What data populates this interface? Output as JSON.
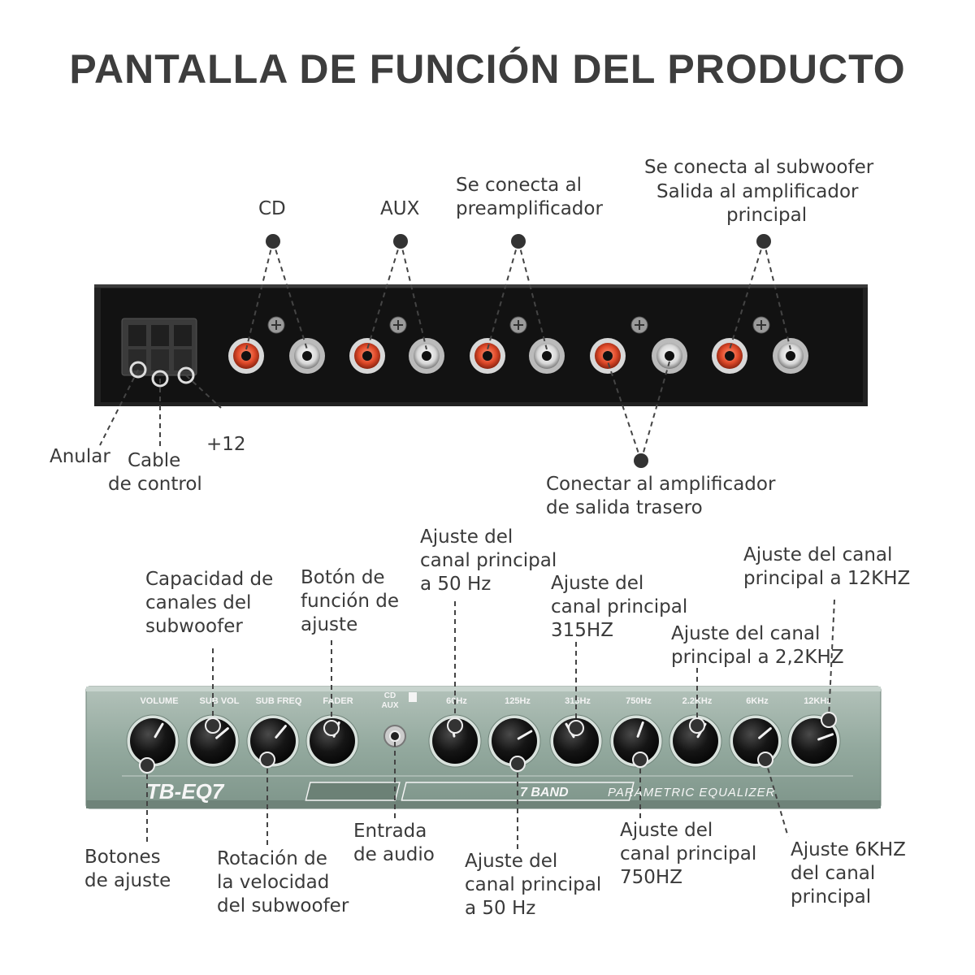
{
  "title": "PANTALLA DE FUNCIÓN DEL PRODUCTO",
  "rear_labels": {
    "cd": "CD",
    "aux": "AUX",
    "preamp_1": "Se conecta al",
    "preamp_2": "preamplificador",
    "sub_1": "Se conecta al subwoofer",
    "sub_2": "Salida al amplificador",
    "sub_3": "principal",
    "anular": "Anular",
    "control_1": "Cable",
    "control_2": "de control",
    "plus12": "+12",
    "rear_amp_1": "Conectar al amplificador",
    "rear_amp_2": "de salida trasero"
  },
  "front_labels": {
    "subcap_1": "Capacidad de",
    "subcap_2": "canales del",
    "subcap_3": "subwoofer",
    "function_1": "Botón de",
    "function_2": "función de",
    "function_3": "ajuste",
    "ch50_top_1": "Ajuste del",
    "ch50_top_2": "canal principal",
    "ch50_top_3": "a 50 Hz",
    "ch315_1": "Ajuste del",
    "ch315_2": "canal principal",
    "ch315_3": "315HZ",
    "ch12k_1": "Ajuste del canal",
    "ch12k_2": "principal a 12KHZ",
    "ch22k_1": "Ajuste del canal",
    "ch22k_2": "principal a 2,2KHZ",
    "buttons_1": "Botones",
    "buttons_2": "de ajuste",
    "subspeed_1": "Rotación de",
    "subspeed_2": "la velocidad",
    "subspeed_3": "del subwoofer",
    "audioin_1": "Entrada",
    "audioin_2": "de audio",
    "ch50_bot_1": "Ajuste del",
    "ch50_bot_2": "canal principal",
    "ch50_bot_3": "a 50 Hz",
    "ch750_1": "Ajuste del",
    "ch750_2": "canal principal",
    "ch750_3": "750HZ",
    "ch6k_1": "Ajuste 6KHZ",
    "ch6k_2": "del canal",
    "ch6k_3": "principal"
  },
  "panel": {
    "knob_labels": [
      "VOLUME",
      "SUB VOL",
      "SUB FREQ",
      "FADER",
      "60Hz",
      "125Hz",
      "315Hz",
      "750Hz",
      "2.2KHz",
      "6KHz",
      "12KHz"
    ],
    "cd_label": "CD",
    "aux_label": "AUX",
    "model": "TB-EQ7",
    "band_badge": "7 BAND",
    "subtitle": "PARAMETRIC EQUALIZER"
  },
  "colors": {
    "rear_body": "#1c1c1c",
    "front_panel": "#8fa59a",
    "rca_red": "#e04a2a",
    "rca_white": "#e8e8e8",
    "text": "#3a3a3a"
  }
}
